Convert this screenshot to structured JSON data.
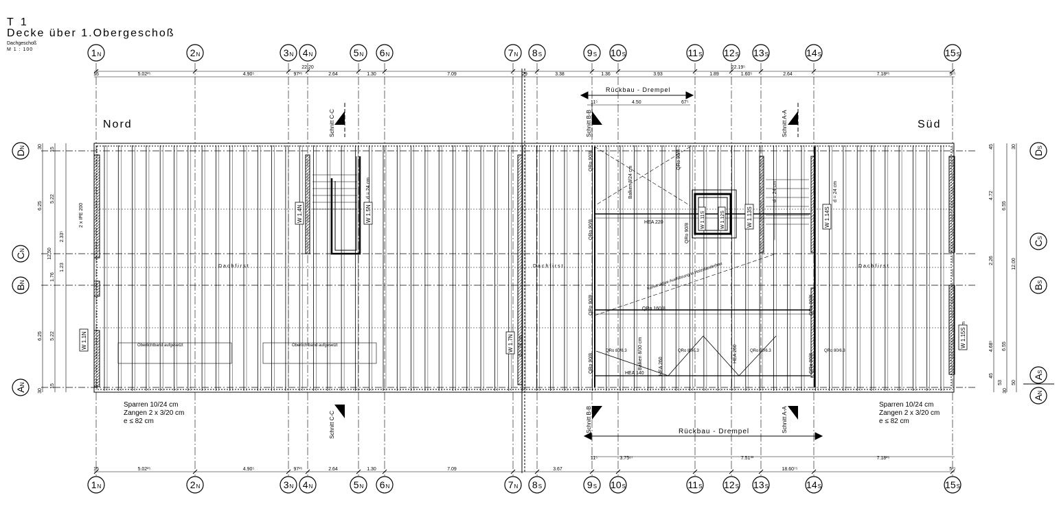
{
  "header": {
    "sheet": "T 1",
    "title": "Decke über 1.Obergeschoß",
    "subtitle": "Dachgeschoß",
    "scale": "M 1 : 100"
  },
  "axes_top": [
    "1N",
    "2N",
    "3N",
    "4N",
    "5N",
    "6N",
    "7N",
    "8S",
    "9S",
    "10S",
    "11S",
    "12S",
    "13S",
    "14S",
    "15S"
  ],
  "axes_bottom": [
    "1N",
    "2N",
    "3N",
    "4N",
    "5N",
    "6N",
    "7N",
    "8S",
    "9S",
    "10S",
    "11S",
    "12S",
    "13S",
    "14S",
    "15S"
  ],
  "axes_left": [
    "DN",
    "CN",
    "BN",
    "AN"
  ],
  "axes_right": [
    "DS",
    "CS",
    "BS",
    "AS",
    "AN"
  ],
  "dims_top_overall": [
    "22.20",
    "22.19⁵"
  ],
  "dims_top": [
    "15",
    "5.02²⁵",
    "4.90⁵",
    "97²⁵",
    "2.64",
    "1.30",
    "7.09",
    "29",
    "3.38",
    "1.36",
    "3.93",
    "1.89",
    "1.60⁵",
    "2.64",
    "7.18²⁵",
    "5⁷⁵"
  ],
  "dims_bottom": [
    "15",
    "5.02²⁵",
    "4.90⁵",
    "97²⁵",
    "2.64",
    "1.30",
    "7.09",
    "3.67",
    "11⁵",
    "3.75⁶⁷",
    "7.51³³",
    "18.60⁷⁵",
    "7.18²⁵",
    "5⁷⁵"
  ],
  "dims_left": [
    "30",
    "15",
    "6.25",
    "5.22",
    "12.50",
    "2.33⁵",
    "1.76",
    "1.23",
    "6.25",
    "5.22",
    "15",
    "30"
  ],
  "dims_right": [
    "45",
    "30",
    "4.72",
    "6.55",
    "2.26",
    "12.00",
    "4.68⁵",
    "6.55",
    "50",
    "45",
    "53",
    "30"
  ],
  "labels": {
    "nord": "Nord",
    "sued": "Süd",
    "dachfirst": "Dachfirst",
    "sparren_n": "Sparren 10/24 cm",
    "zangen_n": "Zangen 2 x 3/20 cm",
    "e_n": "e ≤ 82 cm",
    "sparren_s": "Sparren 10/24 cm",
    "zangen_s": "Zangen 2 x 3/20 cm",
    "e_s": "e ≤ 82 cm",
    "rueckbau_top": "Rückbau - Drempel",
    "rueckbau_bottom": "Rückbau - Drempel",
    "rueckbau_top_dims": [
      "11⁵",
      "4.50",
      "67⁵"
    ],
    "schnitt_cc": "Schnitt C-C",
    "schnitt_bb": "Schnitt B-B",
    "schnitt_aa": "Schnitt A-A",
    "oberlicht": "Oberlichtband aufgesetzt",
    "hea220": "HEA 220",
    "hea140": "HEA 140",
    "hea260": "HEA 260",
    "qro908": "QRo 90/8",
    "qro1608": "QRo 160/8",
    "qro8063": "QRo 80/6.3",
    "balken824": "Balken 8/24 cm",
    "balken830": "Balken 8/30 cm",
    "ipe": "2 x IPE 200",
    "d24": "d = 24 cm",
    "konstr": "Konstruktive Ausführung in Holzständerbau"
  },
  "walls": [
    "W 1.1N",
    "W 1.4N",
    "W 1.5N",
    "W 1.7N",
    "W 1.11S",
    "W 1.12S",
    "W 1.13S",
    "W 1.14S",
    "W 1.15S"
  ]
}
